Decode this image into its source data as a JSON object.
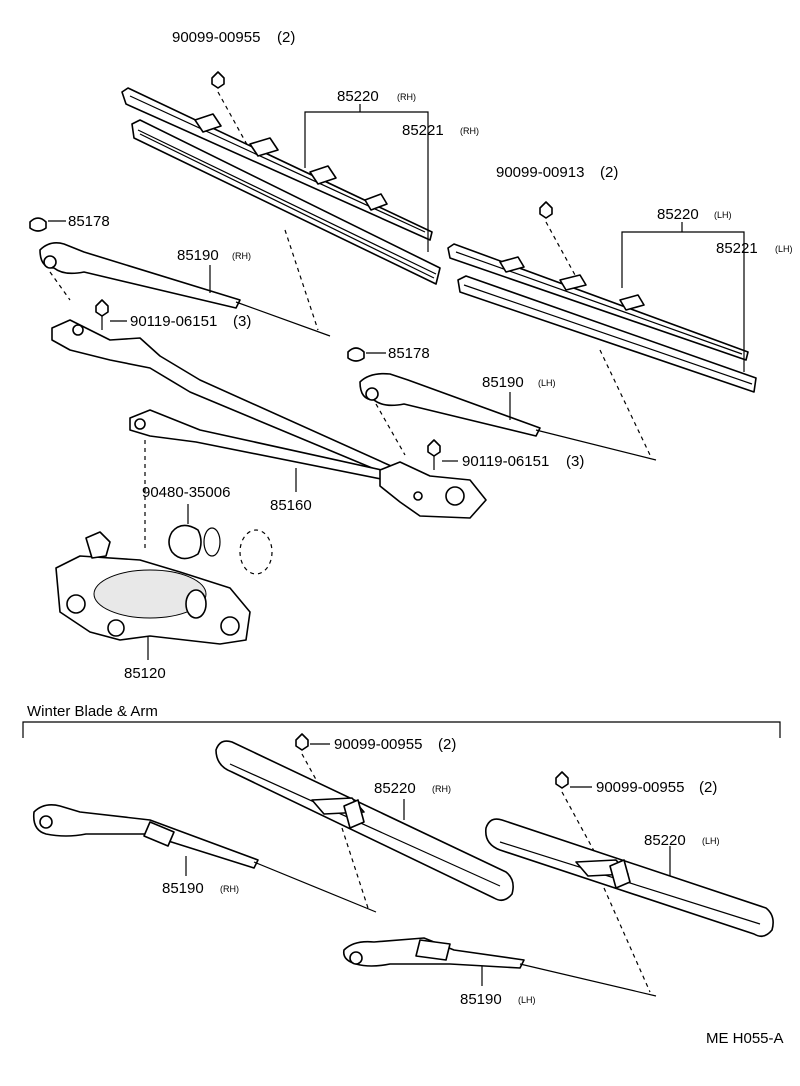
{
  "labels": {
    "top_bolt": "90099-00955",
    "top_bolt_qty": "(2)",
    "blade_rh": "85220",
    "blade_rh_side": "(RH)",
    "refill_rh": "85221",
    "refill_rh_side": "(RH)",
    "bolt_lh": "90099-00913",
    "bolt_lh_qty": "(2)",
    "blade_lh": "85220",
    "blade_lh_side": "(LH)",
    "refill_lh": "85221",
    "refill_lh_side": "(LH)",
    "cap_rh": "85178",
    "arm_rh": "85190",
    "arm_rh_side": "(RH)",
    "pivot_bolt_rh": "90119-06151",
    "pivot_bolt_rh_qty": "(3)",
    "cap_lh": "85178",
    "arm_lh": "85190",
    "arm_lh_side": "(LH)",
    "pivot_bolt_lh": "90119-06151",
    "pivot_bolt_lh_qty": "(3)",
    "link": "85160",
    "grommet": "90480-35006",
    "motor": "85120"
  },
  "winter": {
    "title": "Winter Blade & Arm",
    "bolt_rh": "90099-00955",
    "bolt_rh_qty": "(2)",
    "blade_rh": "85220",
    "blade_rh_side": "(RH)",
    "bolt_lh": "90099-00955",
    "bolt_lh_qty": "(2)",
    "blade_lh": "85220",
    "blade_lh_side": "(LH)",
    "arm_rh": "85190",
    "arm_rh_side": "(RH)",
    "arm_lh": "85190",
    "arm_lh_side": "(LH)"
  },
  "footer": {
    "code": "ME H055-A"
  }
}
